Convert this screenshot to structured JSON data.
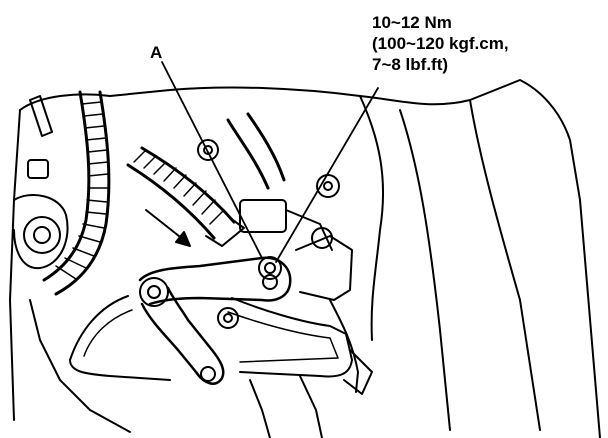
{
  "callouts": {
    "label_a": "A",
    "torque_lines": [
      "10~12 Nm",
      "(100~120 kgf.cm,",
      "7~8 lbf.ft)"
    ]
  },
  "colors": {
    "ink": "#000000",
    "paper": "#ffffff"
  }
}
